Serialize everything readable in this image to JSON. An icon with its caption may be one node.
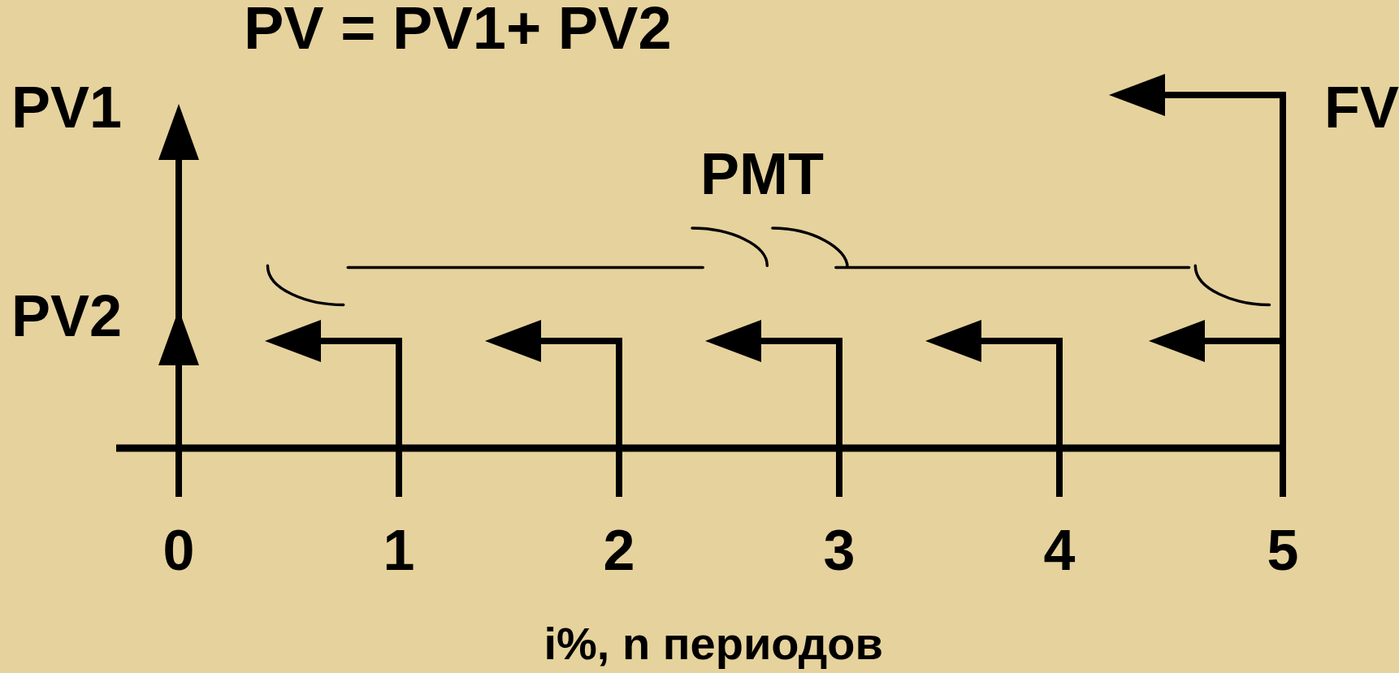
{
  "diagram": {
    "title": "PV =  PV1+ PV2",
    "labels": [
      "PV1",
      "FV",
      "PMT",
      "PV2",
      "0",
      "1",
      "2",
      "3",
      "4",
      "5",
      "i%, n периодов"
    ]
  }
}
